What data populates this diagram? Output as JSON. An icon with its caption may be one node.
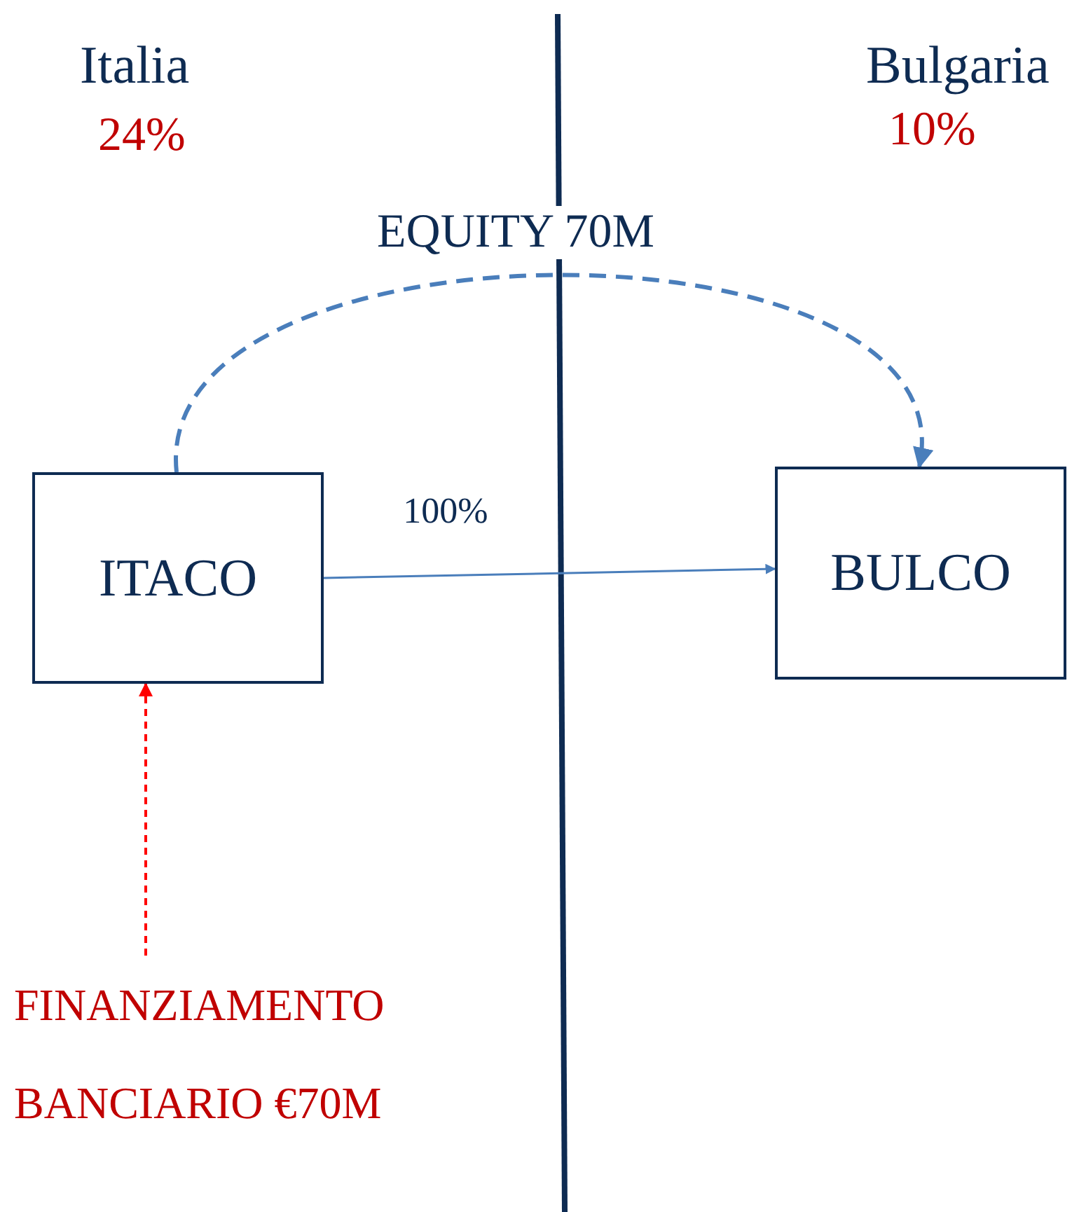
{
  "diagram": {
    "nodes": [
      {
        "text": [
          "ITACO"
        ]
      },
      {
        "text": [
          "BULCO"
        ]
      },
      {
        "text": [
          "FINANZIAMENTO BANCIARIO €70M"
        ]
      }
    ],
    "edges": [
      {
        "from": 0,
        "to": 1,
        "arrow": "to",
        "label": "100%"
      },
      {
        "from": 0,
        "to": 1,
        "arrow": "to",
        "label": "EQUITY 70M",
        "style": "dashed"
      },
      {
        "from": 2,
        "to": 0,
        "arrow": "to",
        "style": "dashed",
        "color": "#ff0000"
      }
    ],
    "labels": [
      "Italia",
      "24%",
      "Bulgaria",
      "10%"
    ]
  }
}
